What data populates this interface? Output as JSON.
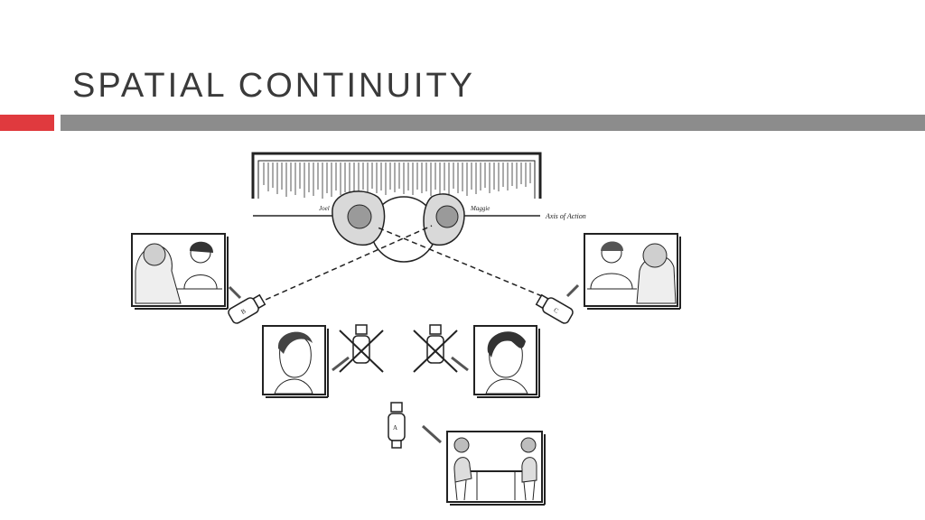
{
  "slide": {
    "title": "SPATIAL CONTINUITY",
    "accent_color": "#e03a3e",
    "rule_color": "#8c8c8c"
  },
  "diagram": {
    "character_left_label": "Joel",
    "character_right_label": "Maggie",
    "axis_label": "Axis of Action",
    "camera_a_label": "A",
    "camera_b_label": "B",
    "camera_c_label": "C"
  }
}
